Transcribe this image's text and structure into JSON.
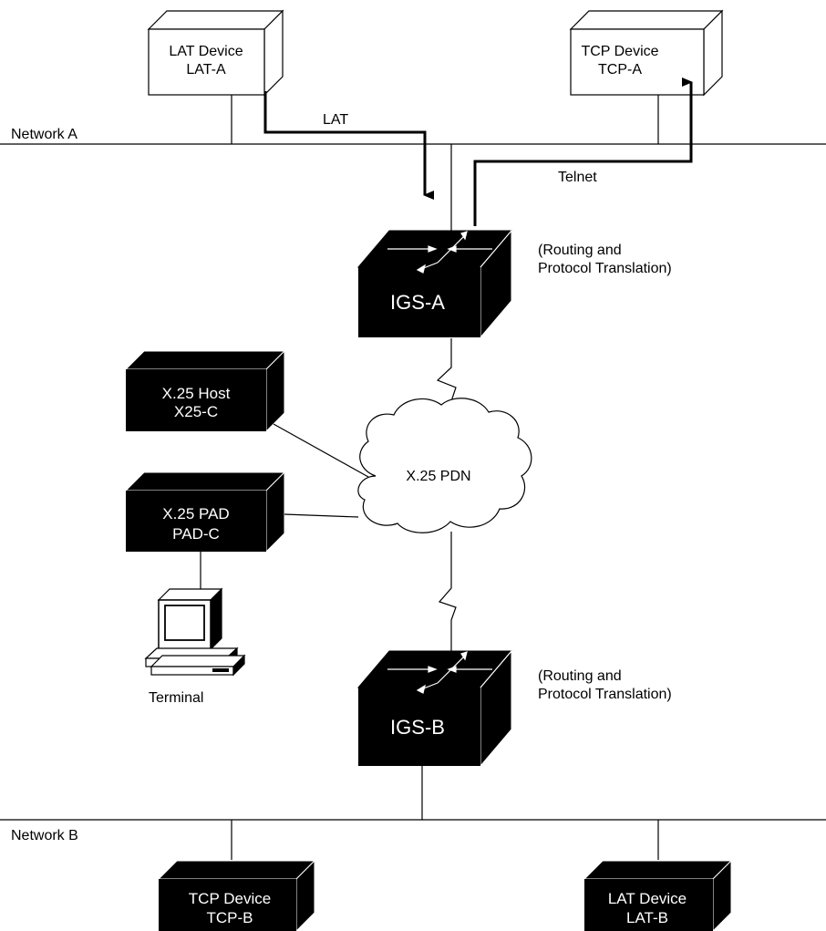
{
  "network_a": {
    "label": "Network A"
  },
  "network_b": {
    "label": "Network B"
  },
  "lat_a": {
    "line1": "LAT Device",
    "line2": "LAT-A"
  },
  "tcp_a": {
    "line1": "TCP Device",
    "line2": "TCP-A"
  },
  "flows": {
    "lat": "LAT",
    "telnet": "Telnet"
  },
  "igs_a": {
    "name": "IGS-A",
    "note_line1": "(Routing and",
    "note_line2": "Protocol Translation)"
  },
  "igs_b": {
    "name": "IGS-B",
    "note_line1": "(Routing and",
    "note_line2": "Protocol Translation)"
  },
  "x25_host": {
    "line1": "X.25 Host",
    "line2": "X25-C"
  },
  "x25_pad": {
    "line1": "X.25 PAD",
    "line2": "PAD-C"
  },
  "pdn": {
    "label": "X.25 PDN"
  },
  "terminal": {
    "label": "Terminal"
  },
  "tcp_b": {
    "line1": "TCP Device",
    "line2": "TCP-B"
  },
  "lat_b": {
    "line1": "LAT Device",
    "line2": "LAT-B"
  }
}
